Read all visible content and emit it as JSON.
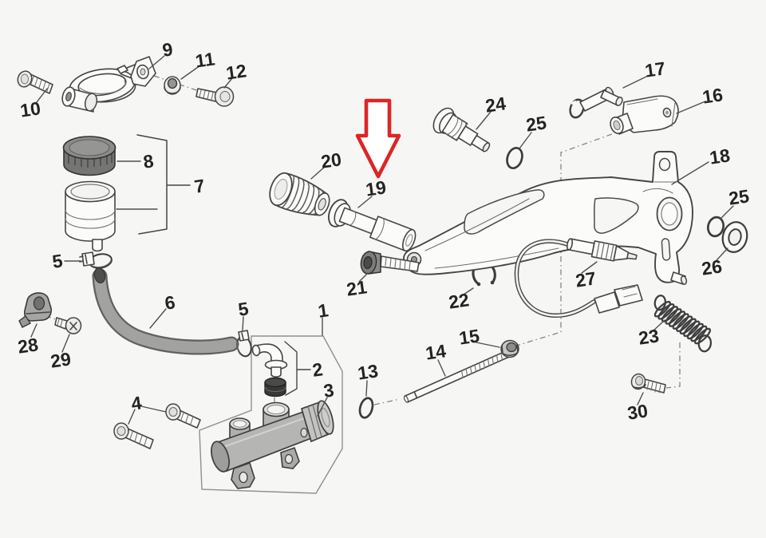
{
  "diagram_type": "exploded-parts-diagram",
  "colors": {
    "background": "#f6f6f4",
    "line": "#454545",
    "label": "#232323"
  },
  "highlight_arrow": {
    "color": "#dc2626",
    "points_to_part": "19"
  },
  "part_numbers_shown": [
    "1",
    "2",
    "3",
    "4",
    "5",
    "6",
    "7",
    "8",
    "9",
    "10",
    "11",
    "12",
    "13",
    "14",
    "15",
    "16",
    "17",
    "18",
    "19",
    "20",
    "21",
    "22",
    "23",
    "24",
    "25",
    "26",
    "27",
    "28",
    "29",
    "30"
  ],
  "labels": [
    {
      "text": "10"
    },
    {
      "text": "9"
    },
    {
      "text": "11"
    },
    {
      "text": "12"
    },
    {
      "text": "8"
    },
    {
      "text": "7"
    },
    {
      "text": "5"
    },
    {
      "text": "6"
    },
    {
      "text": "28"
    },
    {
      "text": "29"
    },
    {
      "text": "4"
    },
    {
      "text": "1"
    },
    {
      "text": "2"
    },
    {
      "text": "5"
    },
    {
      "text": "3"
    },
    {
      "text": "13"
    },
    {
      "text": "14"
    },
    {
      "text": "15"
    },
    {
      "text": "21"
    },
    {
      "text": "22"
    },
    {
      "text": "19"
    },
    {
      "text": "20"
    },
    {
      "text": "24"
    },
    {
      "text": "25"
    },
    {
      "text": "17"
    },
    {
      "text": "16"
    },
    {
      "text": "18"
    },
    {
      "text": "25"
    },
    {
      "text": "26"
    },
    {
      "text": "27"
    },
    {
      "text": "23"
    },
    {
      "text": "30"
    }
  ]
}
